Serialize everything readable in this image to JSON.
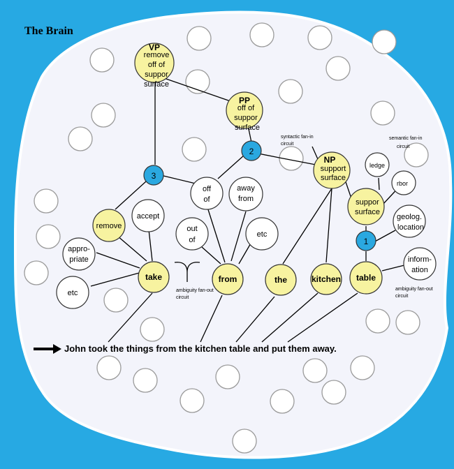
{
  "title": "The Brain",
  "sentence": "John took the things from the kitchen table and put them away.",
  "colors": {
    "background": "#27a9e3",
    "blob": "#f3f4fb",
    "active": "#f7f3a0",
    "junction": "#2aa8e0",
    "idle": "#ffffff"
  },
  "nodes": {
    "vp": {
      "head": "VP",
      "line1": "remove",
      "line2": "off of",
      "line3": "suppor",
      "line4": "surface"
    },
    "pp": {
      "head": "PP",
      "line1": "off of",
      "line2": "suppor",
      "line3": "surface"
    },
    "np": {
      "head": "NP",
      "line1": "support",
      "line2": "surface"
    },
    "support": {
      "line1": "suppor",
      "line2": "surface"
    },
    "j1": "1",
    "j2": "2",
    "j3": "3",
    "remove": "remove",
    "accept": "accept",
    "appropriate": {
      "line1": "appro-",
      "line2": "priate"
    },
    "etc_left": "etc",
    "take": "take",
    "offof": {
      "line1": "off",
      "line2": "of"
    },
    "awayfrom": {
      "line1": "away",
      "line2": "from"
    },
    "outof": {
      "line1": "out",
      "line2": "of"
    },
    "etc_mid": "etc",
    "from": "from",
    "the": "the",
    "kitchen": "kitchen",
    "table": "table",
    "ledge": "ledge",
    "arbor": "rbor",
    "geolocation": {
      "line1": "geolog.",
      "line2": "location"
    },
    "information": {
      "line1": "inform-",
      "line2": "ation"
    }
  },
  "notes": {
    "syntactic": "syntactic fan-in circuit",
    "semantic": "semantic fan-in circuit",
    "ambig_left": "ambiguity fan-out circuit",
    "ambig_right": "ambiguity fan-out circuit"
  }
}
